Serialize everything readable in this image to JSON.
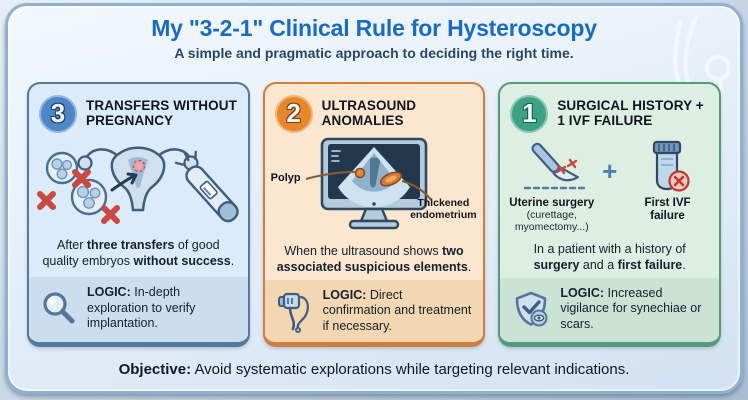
{
  "header": {
    "title": "My \"3-2-1\" Clinical Rule for Hysteroscopy",
    "subtitle": "A simple and pragmatic approach to deciding the right time."
  },
  "panels": [
    {
      "number": "3",
      "title": "TRANSFERS WITHOUT PREGNANCY",
      "desc": [
        "After ",
        "three transfers",
        " of good quality embryos ",
        "without success",
        "."
      ],
      "logic_label": "LOGIC:",
      "logic_text": " In-depth exploration to verify implantation.",
      "accent": "#4e86c6"
    },
    {
      "number": "2",
      "title": "ULTRASOUND ANOMALIES",
      "screen_labels": {
        "polyp": "Polyp",
        "thickened": "Thickened endometrium"
      },
      "desc": [
        "When the ultrasound shows ",
        "two associated suspicious elements",
        "."
      ],
      "logic_label": "LOGIC:",
      "logic_text": " Direct confirmation and treatment if necessary.",
      "accent": "#e8862b"
    },
    {
      "number": "1",
      "title": "SURGICAL HISTORY + 1 IVF FAILURE",
      "captions": {
        "surgery": "Uterine surgery",
        "surgery_sub": "(curettage, myomectomy...)",
        "plus": "+",
        "ivf": "First IVF failure"
      },
      "desc": [
        "In a patient with a history of ",
        "surgery",
        " and a ",
        "first failure",
        "."
      ],
      "logic_label": "LOGIC:",
      "logic_text": " Increased vigilance for synechiae or scars.",
      "accent": "#3da183"
    }
  ],
  "footer": {
    "objective_label": "Objective:",
    "objective_text": " Avoid systematic explorations while targeting relevant indications."
  },
  "icons": {
    "magnifier-icon": "magnifying glass (in-depth exploration)",
    "hysteroscope-icon": "hysteroscope device with cables",
    "shield-check-icon": "shield with checkmark and eye (vigilance)",
    "embryos-illustration": "embryos with red X marks",
    "uterus-illustration": "uterus with polyp",
    "pregnancy-test-icon": "negative pregnancy test stick",
    "ultrasound-monitor-illustration": "monitor showing ultrasound with polyp and thickened endometrium",
    "scalpel-icon": "scalpel with red sutures",
    "plus-icon": "+",
    "test-tube-icon": "sample tube with red failure badge",
    "stethoscope-decoration": "faint stethoscope outline"
  },
  "colors": {
    "title_blue": "#1a6cc2",
    "panel_blue": "#4e86c6",
    "panel_orange": "#e8862b",
    "panel_green": "#3da183"
  }
}
